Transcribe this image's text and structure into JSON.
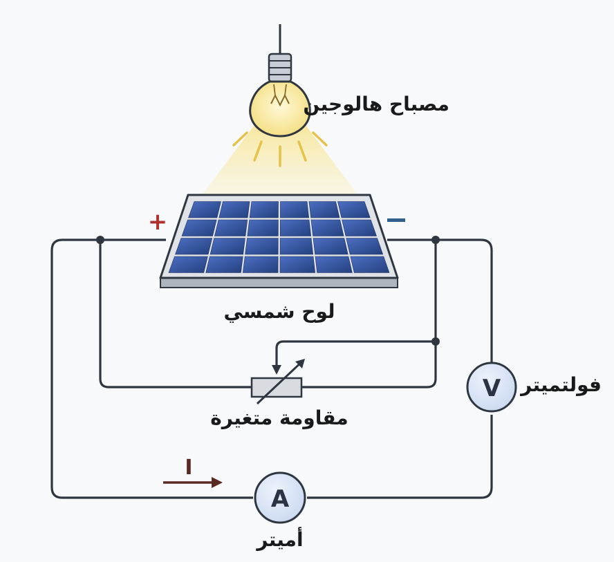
{
  "labels": {
    "lamp": "مصباح هالوجين",
    "panel": "لوح شمسي",
    "resistor": "مقاومة متغيرة",
    "voltmeter": "فولتميتر",
    "ammeter": "أميتر"
  },
  "symbols": {
    "plus": "+",
    "minus": "–",
    "voltmeter_letter": "V",
    "ammeter_letter": "A",
    "current": "I"
  },
  "colors": {
    "wire": "#2f3640",
    "panel_cell": "#2f4f9a",
    "panel_frame": "#d9dde3",
    "meter_fill": "#dbe6f7",
    "light_beam": "#fbeeb0",
    "plus": "#b0322e",
    "minus": "#2f5f8a",
    "current_arrow": "#5a2a22"
  }
}
